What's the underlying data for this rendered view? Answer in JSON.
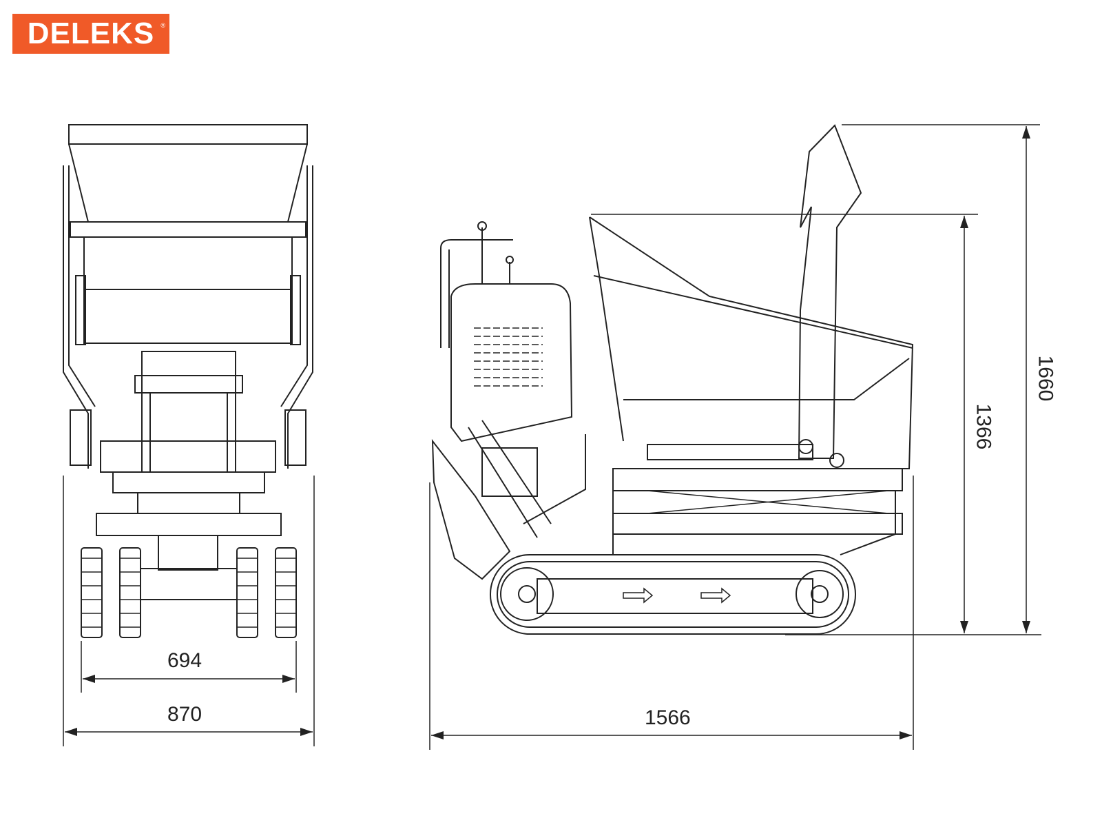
{
  "brand": {
    "name": "DELEKS",
    "registered": "®",
    "color": "#f05a28"
  },
  "dimensions": {
    "front_track_width": "694",
    "front_overall_width": "870",
    "side_overall_length": "1566",
    "side_height_dump": "1366",
    "side_height_max": "1660"
  }
}
